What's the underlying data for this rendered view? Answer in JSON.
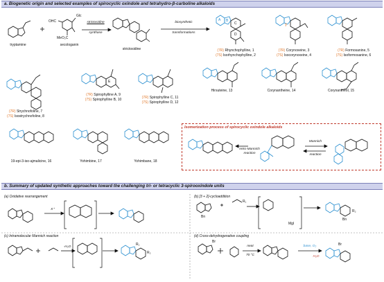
{
  "section_a": {
    "title": "a. Biogenetic origin and selected examples of spirocyclic oxindole  and tetrahydro-β-carboline alkaloids"
  },
  "section_b": {
    "title": "b. Summary of updated synthetic approaches toward the challenging tri- or tetracyclic 3-spirooxindole units"
  },
  "biosynthesis": {
    "tryptamine": "tryptamine",
    "secologanin": "secologanin",
    "strictosidine": "strictosidine",
    "enzyme_1": "strictosidine",
    "enzyme_2": "synthase",
    "step_1": "biosynthetic",
    "step_2": "transformations",
    "glc": "Glc",
    "ome": "MeO₂C",
    "cho": "OHC"
  },
  "compounds": [
    {
      "text": "Rhynchophylline, 1",
      "prefix": "(7R)"
    },
    {
      "text": "Isorhynchophylline, 2",
      "prefix": "(7S)"
    },
    {
      "text": "Corynoxeine, 3",
      "prefix": "(7R)"
    },
    {
      "text": "Isocorynoxeine, 4",
      "prefix": "(7S)"
    },
    {
      "text": "Formosanine, 5",
      "prefix": "(7R)"
    },
    {
      "text": "Isoformosanine, 6",
      "prefix": "(7S)"
    },
    {
      "text": "Strychnofoline, 7",
      "prefix": "(7R)"
    },
    {
      "text": "Isostrychnofoline, 8",
      "prefix": "(7S)"
    },
    {
      "text": "Spirophylline A, 9",
      "prefix": "(7R)"
    },
    {
      "text": "Spirophylline B, 10",
      "prefix": "(7S)"
    },
    {
      "text": "Spirophylline C, 11",
      "prefix": "(7R)"
    },
    {
      "text": "Spirophylline D, 12",
      "prefix": "(7S)"
    },
    {
      "text": "Hirsuteine, 13",
      "prefix": ""
    },
    {
      "text": "Corynantheine, 14",
      "prefix": ""
    },
    {
      "text": "Corynantheol, 15",
      "prefix": ""
    },
    {
      "text": "19-epi-3-iso-ajmalicine, 16",
      "prefix": ""
    },
    {
      "text": "Yohimbine, 17",
      "prefix": ""
    },
    {
      "text": "Yohimbane, 18",
      "prefix": ""
    }
  ],
  "ring_labels": {
    "A": "A",
    "B": "B",
    "C": "C",
    "D": "D",
    "E": "E",
    "seven": "7"
  },
  "isomerization": {
    "title": "Isomerization process of spirocyclic oxindole alkaloids",
    "retro": "retro-Mannich",
    "reaction": "reaction",
    "mannich": "Mannich"
  },
  "panels": {
    "a_title": "(a) Oxidative rearrangement",
    "b_title": "(b) [3 + 2]-cycloaddition",
    "c_title": "(c) Intramolecular Mannich reaction",
    "d_title": "(d) Cross-dehydrogenative coupling",
    "x_plus": "X⁺",
    "minus_h2o": "-H₂O",
    "neat": "neat",
    "temp": "70 °C",
    "base": "base, O₂",
    "h2o": "H₂O",
    "mgi": "MgI",
    "bn": "Bn",
    "br": "Br",
    "r1": "R₁",
    "r2": "R₂"
  },
  "colors": {
    "accent_blue": "#2a8fd0",
    "accent_orange": "#e0782a",
    "accent_red": "#c0392b",
    "header_bg": "#cfd2ec"
  }
}
